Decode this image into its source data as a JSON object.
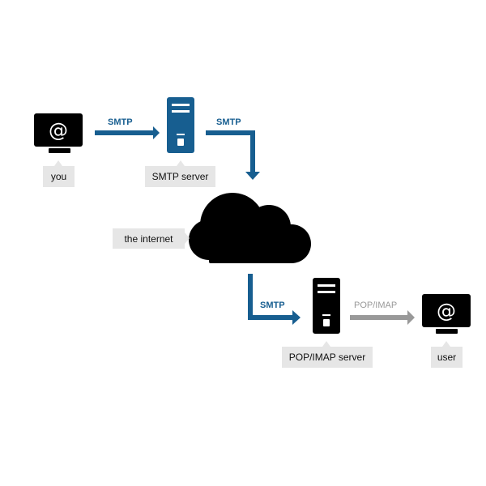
{
  "nodes": {
    "you": {
      "label": "you"
    },
    "smtp_server": {
      "label": "SMTP server"
    },
    "internet": {
      "label": "the internet"
    },
    "pop_imap_server": {
      "label": "POP/IMAP server"
    },
    "user": {
      "label": "user"
    }
  },
  "edges": {
    "you_to_smtp": {
      "protocol": "SMTP"
    },
    "smtp_to_internet": {
      "protocol": "SMTP"
    },
    "internet_to_pop": {
      "protocol": "SMTP"
    },
    "pop_to_user": {
      "protocol": "POP/IMAP"
    }
  },
  "icons": {
    "at_glyph": "@"
  },
  "colors": {
    "blue": "#175e90",
    "black": "#000000",
    "gray_arrow": "#999999",
    "label_bg": "#e6e6e6"
  }
}
